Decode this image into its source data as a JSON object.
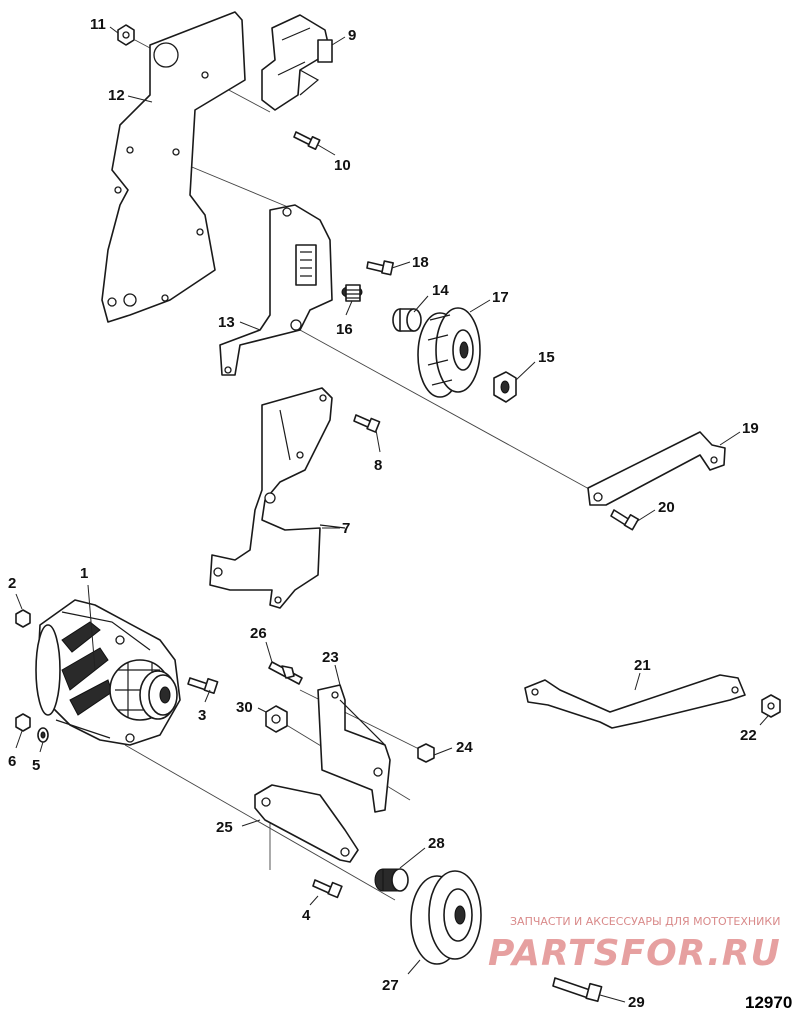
{
  "callouts": {
    "c1": "1",
    "c2": "2",
    "c3": "3",
    "c4": "4",
    "c5": "5",
    "c6": "6",
    "c7": "7",
    "c8": "8",
    "c9": "9",
    "c10": "10",
    "c11": "11",
    "c12": "12",
    "c13": "13",
    "c14": "14",
    "c15": "15",
    "c16": "16",
    "c17": "17",
    "c18": "18",
    "c19": "19",
    "c20": "20",
    "c21": "21",
    "c22": "22",
    "c23": "23",
    "c24": "24",
    "c25": "25",
    "c26": "26",
    "c27": "27",
    "c28": "28",
    "c29": "29",
    "c30": "30"
  },
  "drawing_number": "12970",
  "watermark": {
    "caption": "ЗАПЧАСТИ И АКСЕССУАРЫ ДЛЯ МОТОТЕХНИКИ",
    "brand": "PARTSFOR.RU",
    "color": "#e6a0a0"
  }
}
